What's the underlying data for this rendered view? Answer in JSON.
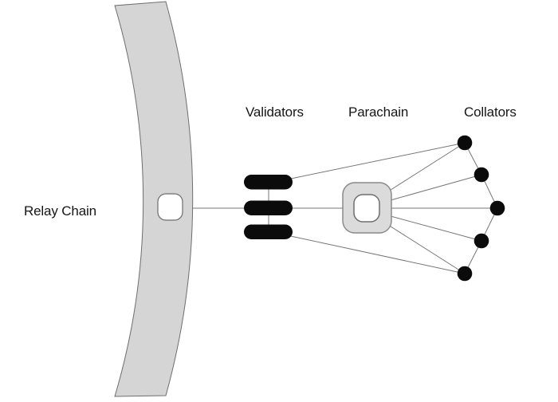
{
  "diagram": {
    "labels": {
      "relay_chain": "Relay Chain",
      "validators": "Validators",
      "parachain": "Parachain",
      "collators": "Collators"
    },
    "nodes": {
      "validator_count": 3,
      "collator_count": 5,
      "relay_chain_block_count": 1,
      "parachain_block_count": 1
    },
    "colors": {
      "band_fill": "#d5d5d5",
      "parachain_fill": "#dbdbdb",
      "node_black": "#0b0b0b",
      "block_fill": "#ffffff",
      "line": "#777777",
      "outline": "#6e6e6e",
      "text": "#161616",
      "background": "#ffffff"
    }
  }
}
